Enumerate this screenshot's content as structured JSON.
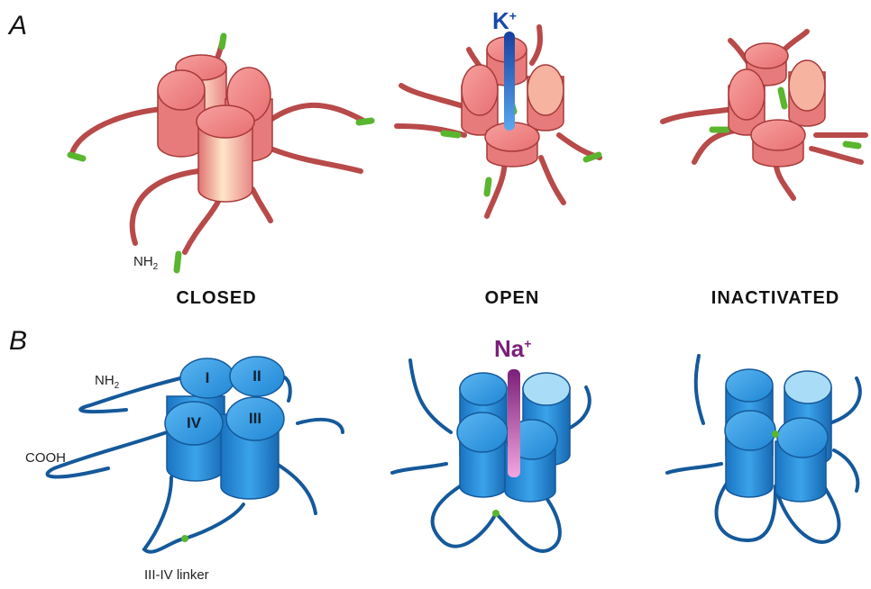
{
  "panel_a": {
    "letter": "A",
    "states": [
      "CLOSED",
      "OPEN",
      "INACTIVATED"
    ],
    "ion_symbol": "K",
    "ion_charge": "+",
    "terminus": "NH",
    "terminus_sub": "2"
  },
  "panel_b": {
    "letter": "B",
    "ion_symbol": "Na",
    "ion_charge": "+",
    "n_terminus": "NH",
    "n_terminus_sub": "2",
    "c_terminus": "COOH",
    "linker_label": "III-IV linker",
    "domains": [
      "I",
      "II",
      "III",
      "IV"
    ]
  },
  "colors": {
    "k_channel": "#f08080",
    "k_channel_dark": "#a73a3a",
    "na_channel": "#2b8fd6",
    "na_channel_dark": "#15599a",
    "green_ends": "#5ab52f",
    "k_ion": "#1a49a8",
    "na_ion": "#7a1f79"
  }
}
